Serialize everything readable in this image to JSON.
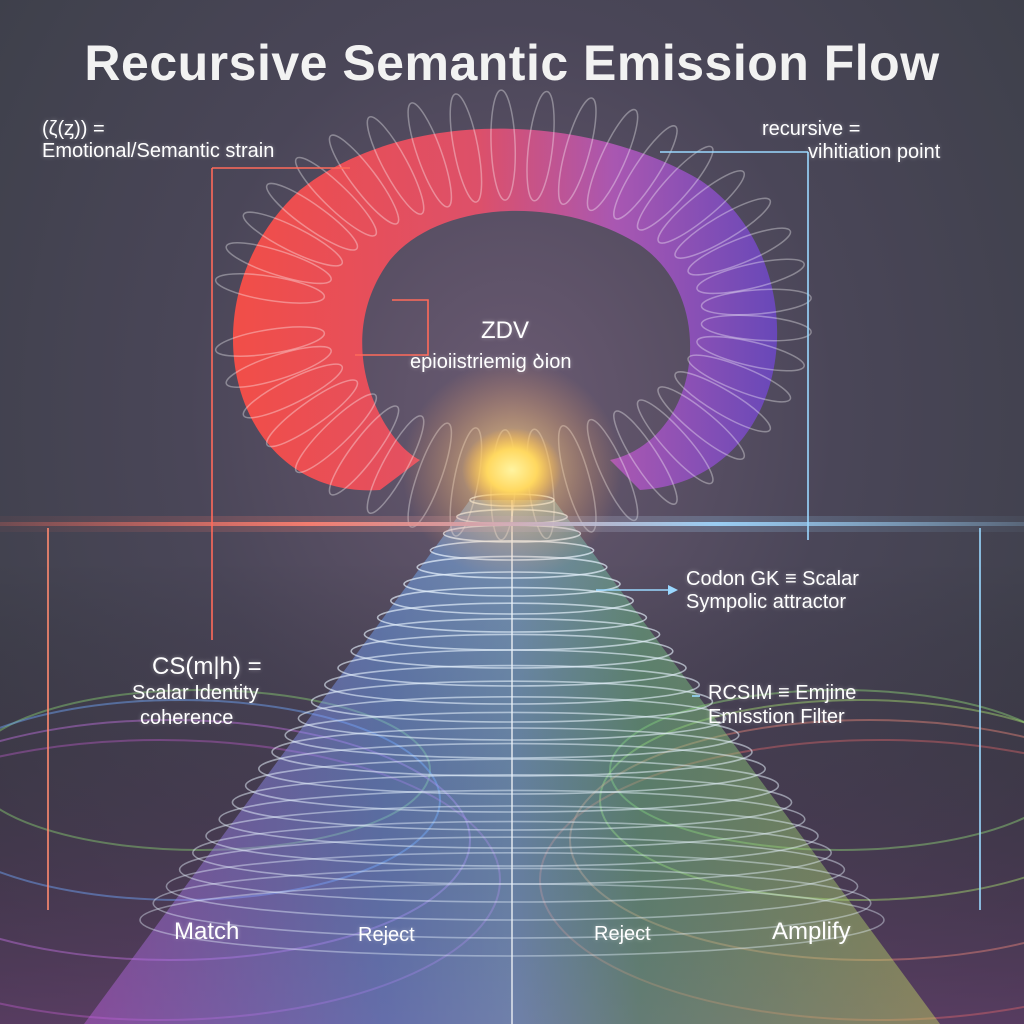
{
  "title": "Recursive Semantic Emission Flow",
  "labels": {
    "strain_symbol": "(ζ(ᶎ)) =",
    "strain_text": "Emotional/Semantic strain",
    "recursive_line1": "recursive =",
    "recursive_line2": "vihitiation point",
    "zdv": "ZDV",
    "zdv_sub": "epioiistriemig Ბion",
    "codon_line1": "Codon GK ≡ Scalar",
    "codon_line2": "Sympolic attractor",
    "cs_line1": "CS(m|h) =",
    "cs_line2": "Scalar Identity",
    "cs_line3": "coherence",
    "rcsim_line1": "RCSIM ≡ Emjine",
    "rcsim_line2": "Emisstion Filter"
  },
  "outputs": [
    "Match",
    "Reject",
    "Reject",
    "Amplify"
  ],
  "colors": {
    "torus_red": "#ff5a4e",
    "torus_purple": "#7a4ec8",
    "core_yellow": "#ffe070",
    "cone_blue": "#7ec8ff",
    "cone_green": "#8ee070",
    "line_red": "#ff6a5a",
    "line_blue": "#9ad8ff"
  }
}
